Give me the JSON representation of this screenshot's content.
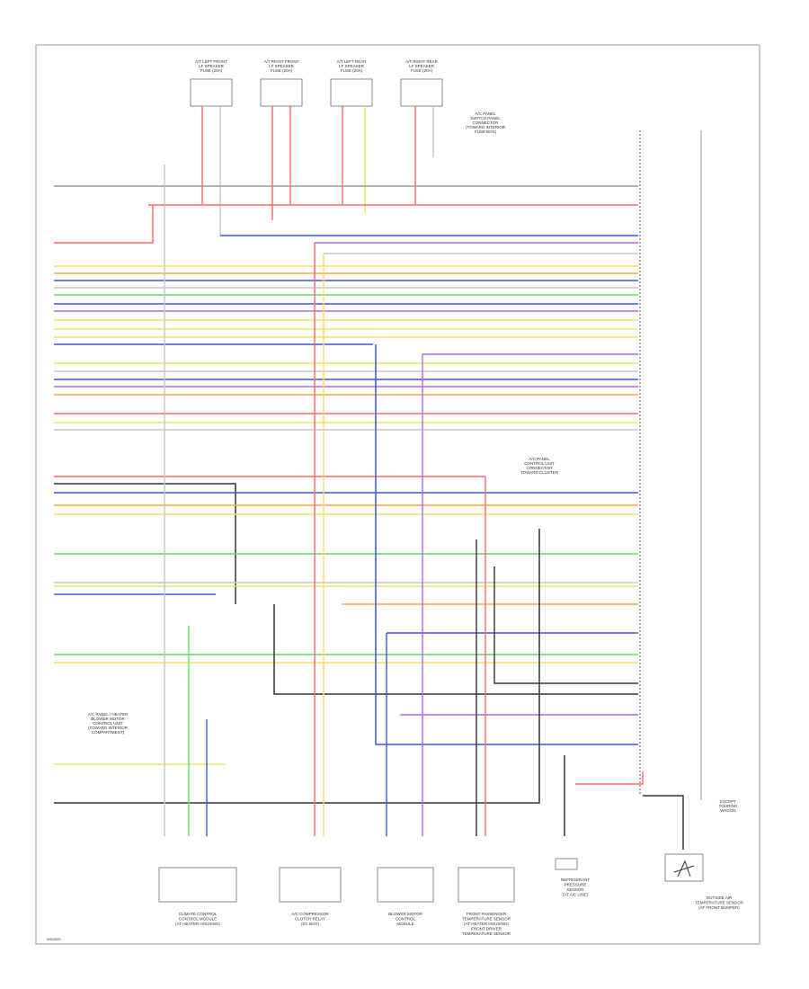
{
  "page": {
    "footer_code": "WD0000"
  },
  "fuses": [
    {
      "label": "A/T LEFT FRONT\nLF SPEAKER\nFUSE (20A)"
    },
    {
      "label": "A/T RIGHT FRONT\nLF SPEAKER\nFUSE (20A)"
    },
    {
      "label": "A/T LEFT REAR\nLF SPEAKER\nFUSE (20A)"
    },
    {
      "label": "A/T RIGHT REAR\nLF SPEAKER\nFUSE (20A)"
    }
  ],
  "callouts": {
    "top_right": "A/C PANEL\nSWITCH PANEL\nCONNECTOR\n(TOWARD INTERIOR\nFUSE BOX)",
    "middle_right": "A/C PANEL\nCONTROL UNIT\nCONNECTOR\nTOWARD CLUSTER",
    "bottom_left": "A/C PANEL / HEATER\nBLOWER MOTOR\nCONTROL UNIT\n(TOWARD INTERIOR\nCOMPARTMENT)",
    "bottom_right_note": "EXCEPT\nTOURING\nWAGON"
  },
  "components": [
    {
      "label": "CLIMATE CONTROL\nCONTROL MODULE\n(AT HEATER HOUSING)"
    },
    {
      "label": "A/C COMPRESSOR\nCLUTCH RELAY\n(EC BOX)"
    },
    {
      "label": "BLOWER MOTOR\nCONTROL\nMODULE"
    },
    {
      "label": "FRONT PASSENGER\nTEMPERATURE SENSOR\n(AT HEATER HOUSING)\nFRONT DRIVER\nTEMPERATURE SENSOR"
    },
    {
      "label": "REFRIGERANT\nPRESSURE\nSENSOR\n(AT A/C LINE)"
    },
    {
      "label": "OUTSIDE AIR\nTEMPERATURE SENSOR\n(AT FRONT BUMPER)"
    }
  ],
  "colors": {
    "red": "#ff6a6a",
    "blue": "#3a55e6",
    "yellow": "#f0e060",
    "green": "#60dd60",
    "orange": "#ffa544",
    "violet": "#b266e0",
    "black": "#333333",
    "gray": "#c6c6c6"
  },
  "icons": {
    "sensor": "thermistor-icon"
  }
}
